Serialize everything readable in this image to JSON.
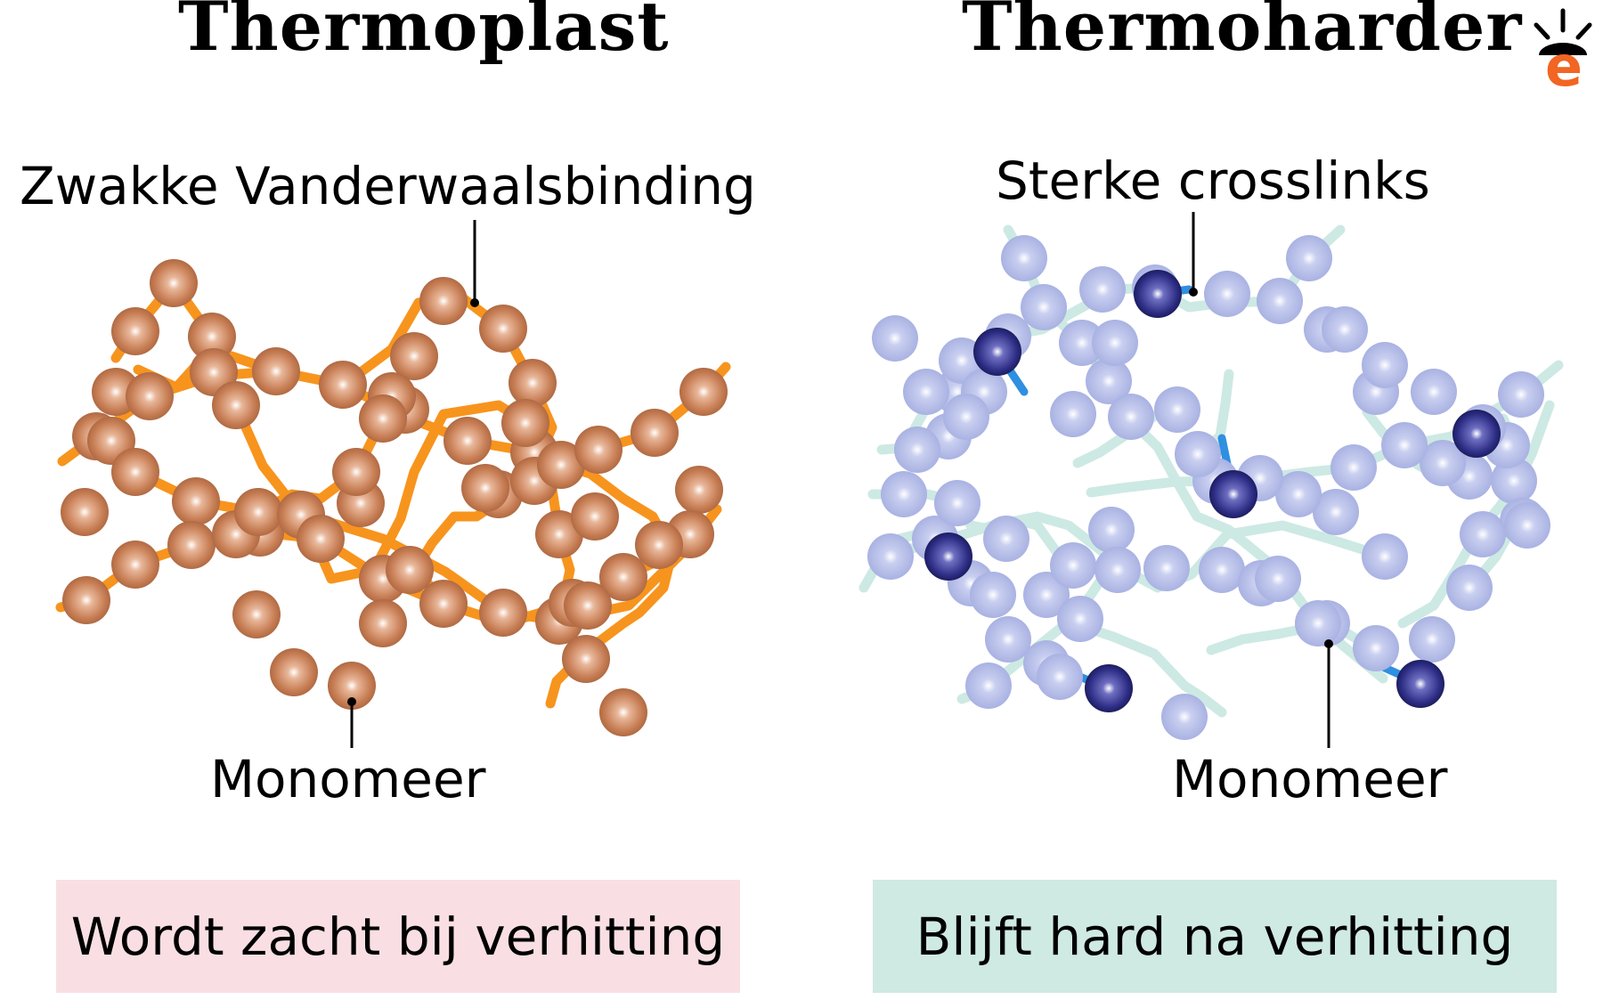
{
  "thermoplast": {
    "title": "Thermoplast",
    "bond_label": "Zwakke Vanderwaalsbinding",
    "monomer_label": "Monomeer",
    "property": "Wordt zacht bij verhitting"
  },
  "thermoharder": {
    "title": "Thermoharder",
    "bond_label": "Sterke crosslinks",
    "monomer_label": "Monomeer",
    "property": "Blijft hard na verhitting"
  },
  "logo": {
    "letter": "e"
  },
  "colors": {
    "thermoplast_chain": "#f7941d",
    "thermoplast_bead": "#c87f56",
    "thermoharder_chain": "#cde9e3",
    "thermoharder_bead": "#b4bde6",
    "crosslink": "#2f8fe0",
    "crosslink_bead": "#2f2f86",
    "logo_orange": "#f26522",
    "thermoplast_box": "#f9dfe3",
    "thermoharder_box": "#cfe9e3"
  }
}
